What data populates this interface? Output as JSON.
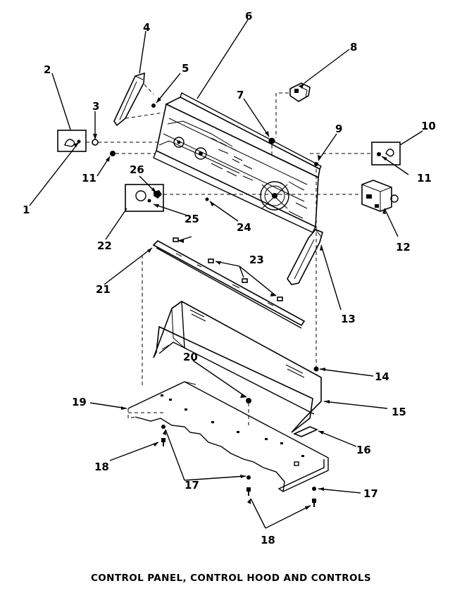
{
  "caption": "CONTROL PANEL, CONTROL HOOD AND CONTROLS",
  "callouts": [
    "1",
    "2",
    "3",
    "4",
    "5",
    "6",
    "7",
    "8",
    "9",
    "10",
    "11",
    "11",
    "12",
    "13",
    "14",
    "15",
    "16",
    "17",
    "17",
    "18",
    "18",
    "19",
    "20",
    "21",
    "22",
    "23",
    "24",
    "25",
    "26"
  ]
}
